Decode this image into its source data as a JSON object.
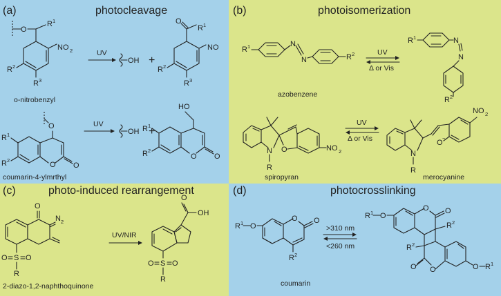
{
  "panels": {
    "a": {
      "label": "(a)",
      "title": "photocleavage",
      "nitrobenzyl_caption": "o-nitrobenzyl",
      "coumarin_caption": "coumarin-4-ylmrthyl",
      "arrow_top": "UV",
      "arrow_bottom": "UV",
      "oh": "OH",
      "plus": "+"
    },
    "b": {
      "label": "(b)",
      "title": "photoisomerization",
      "azo_caption": "azobenzene",
      "spiro_caption": "spiropyran",
      "mero_caption": "merocyanine",
      "forward": "UV",
      "reverse": "Δ or Vis"
    },
    "c": {
      "label": "(c)",
      "title": "photo-induced rearrangement",
      "caption": "2-diazo-1,2-naphthoquinone",
      "arrow": "UV/NIR"
    },
    "d": {
      "label": "(d)",
      "title": "photocrosslinking",
      "caption": "coumarin",
      "forward": ">310 nm",
      "reverse": "<260 nm"
    }
  },
  "colors": {
    "blue": "#a4d1ea",
    "yellow": "#dbe58b"
  }
}
